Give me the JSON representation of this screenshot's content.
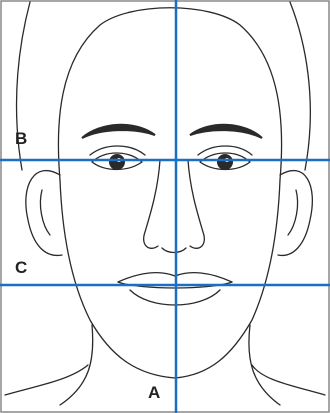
{
  "labels": {
    "a": "A",
    "b": "B",
    "c": "C"
  },
  "colors": {
    "guide_line": "#1a6fc4",
    "outline": "#2a2a2a",
    "background": "#ffffff"
  }
}
